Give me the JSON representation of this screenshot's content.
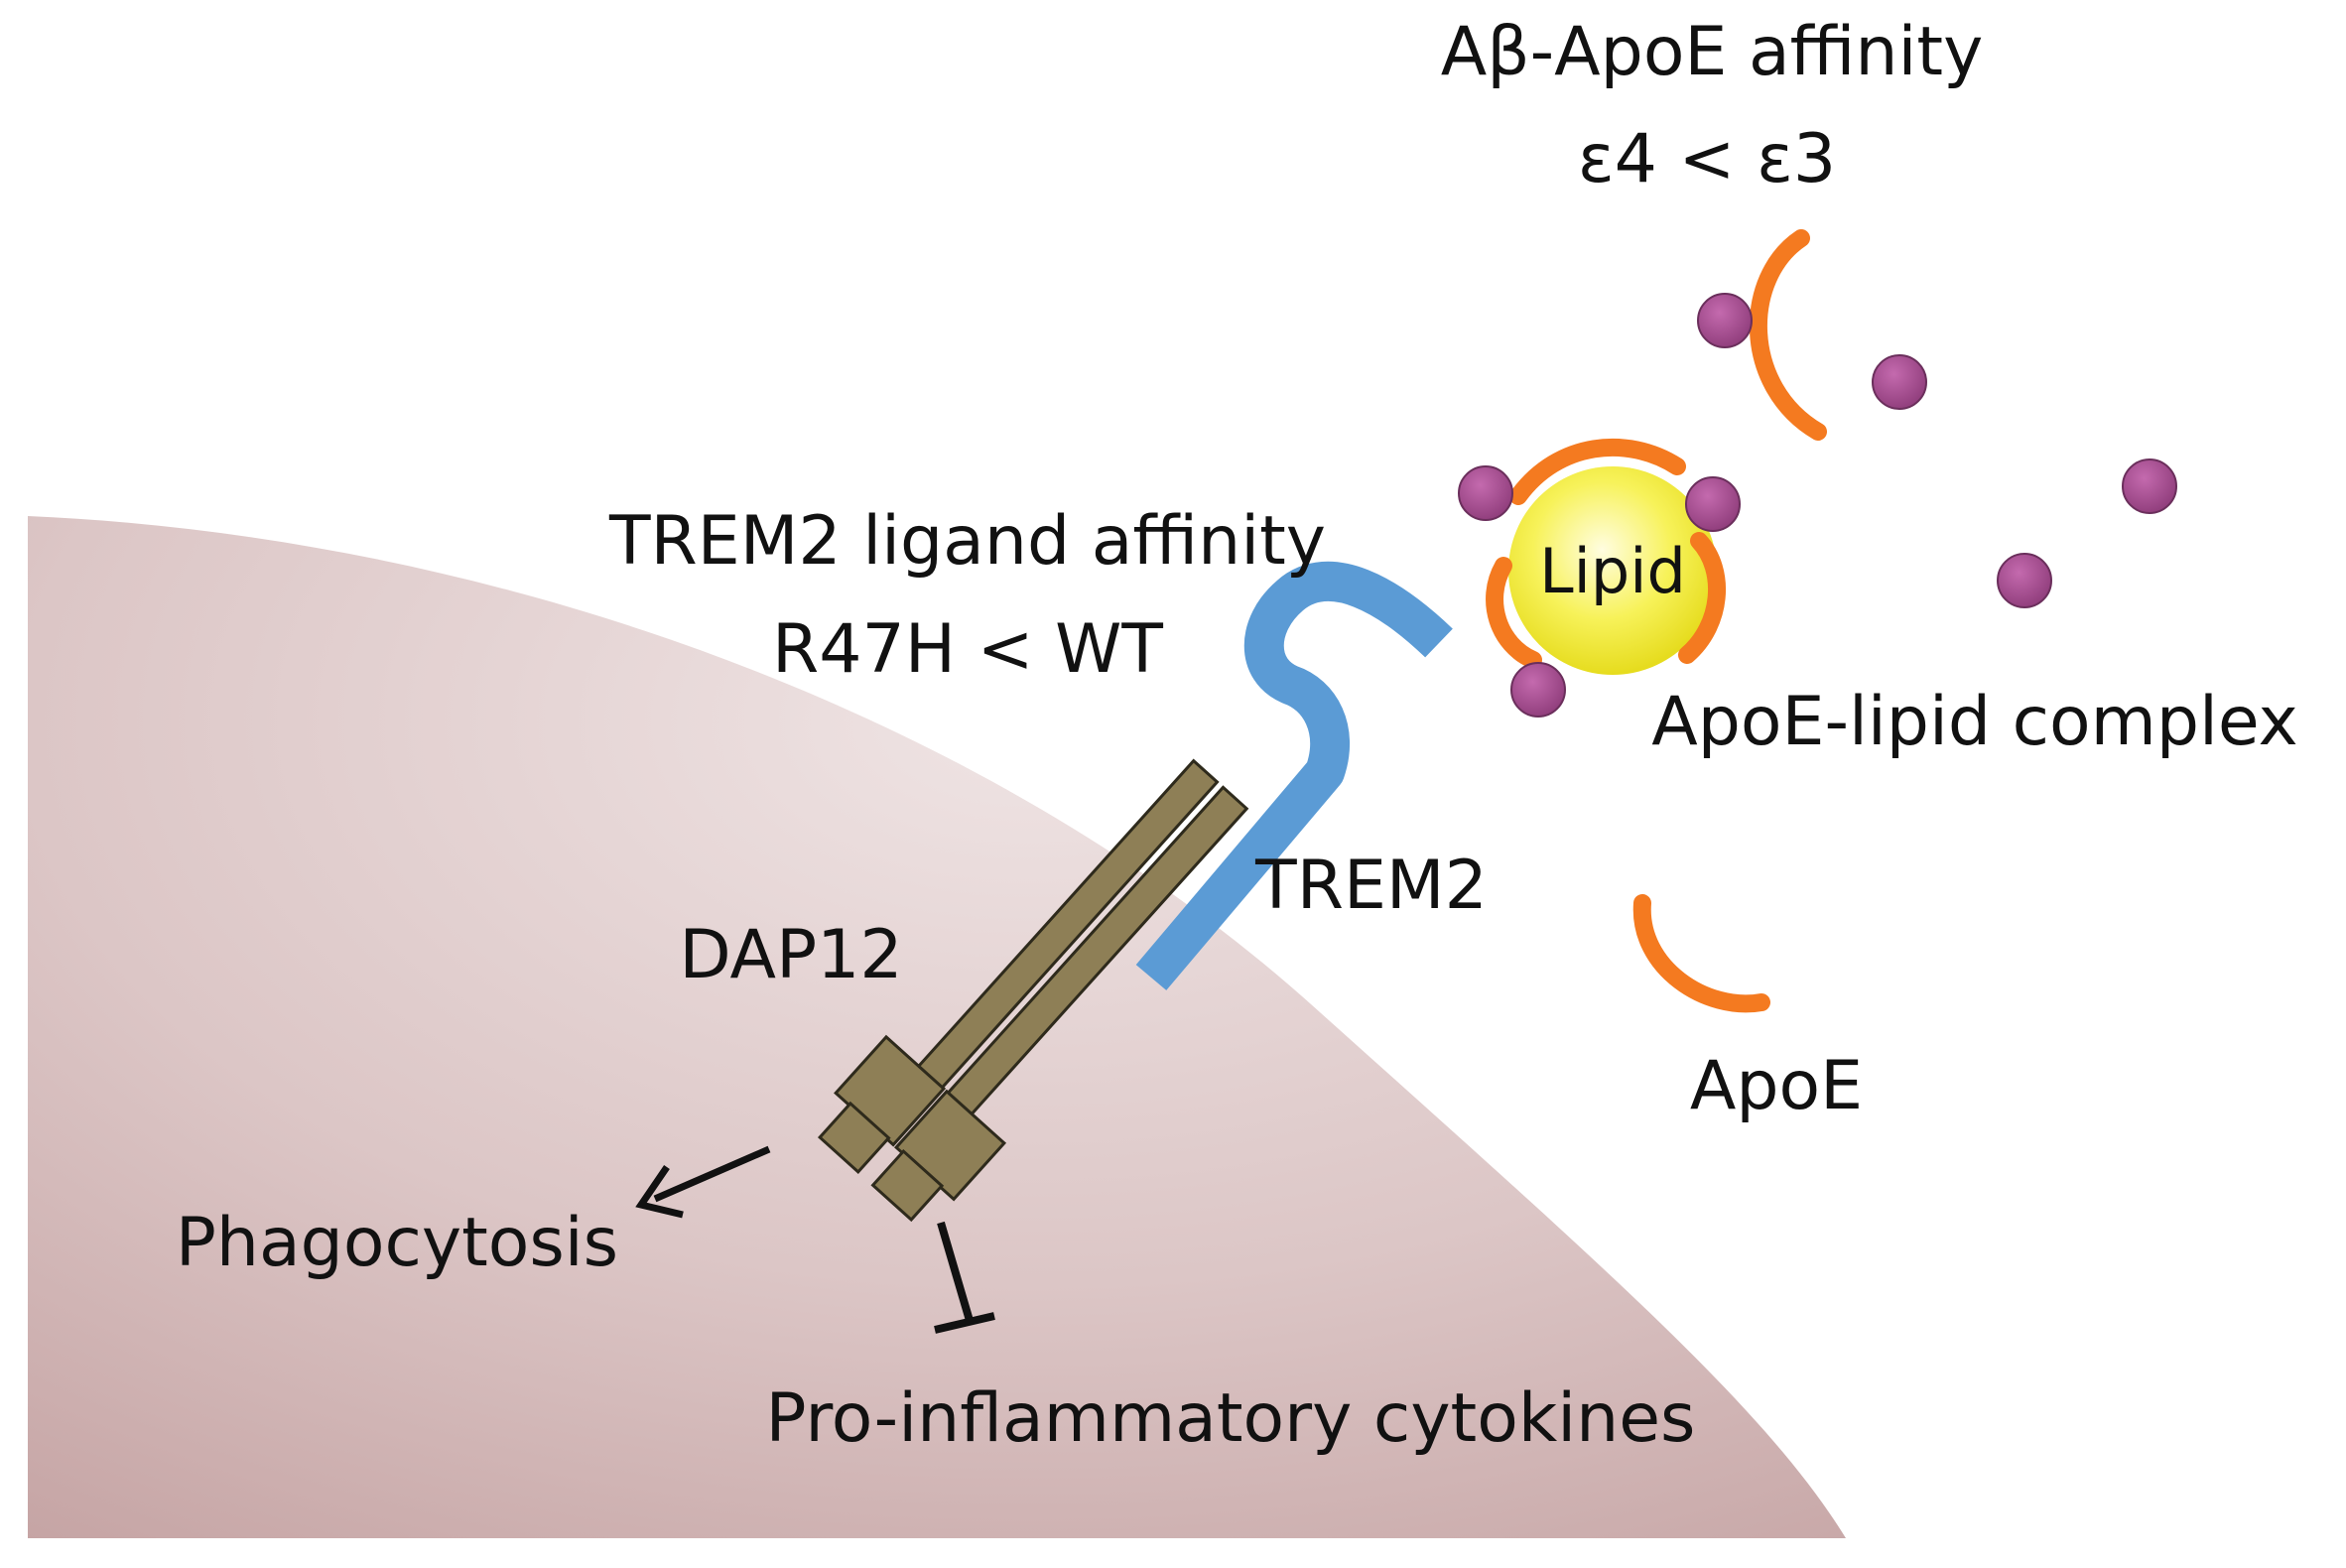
{
  "labels": {
    "abeta_apoe_affinity_title": "Aβ-ApoE affinity",
    "abeta_apoe_affinity_relation": "ε4 < ε3",
    "trem2_ligand_affinity_title": "TREM2 ligand affinity",
    "trem2_ligand_affinity_relation": "R47H < WT",
    "lipid": "Lipid",
    "apoe_lipid_complex": "ApoE-lipid complex",
    "trem2": "TREM2",
    "dap12": "DAP12",
    "apoe": "ApoE",
    "phagocytosis": "Phagocytosis",
    "pro_inflammatory_cytokines": "Pro-inflammatory cytokines"
  },
  "colors": {
    "cell_fill_light": "#eadcdc",
    "cell_fill_dark": "#c9a9a9",
    "trem2_blue": "#5b9bd5",
    "dap12_olive": "#8e7f56",
    "dap12_outline": "#2e2a1c",
    "apoe_orange": "#f47a20",
    "apoe_outline": "#e04a10",
    "lipid_yellow": "#f5f03a",
    "abeta_purple": "#a64d8f",
    "arrow_black": "#111111"
  },
  "icons": {
    "activation_arrow": "arrow-icon",
    "inhibition_bar": "inhibition-icon"
  }
}
